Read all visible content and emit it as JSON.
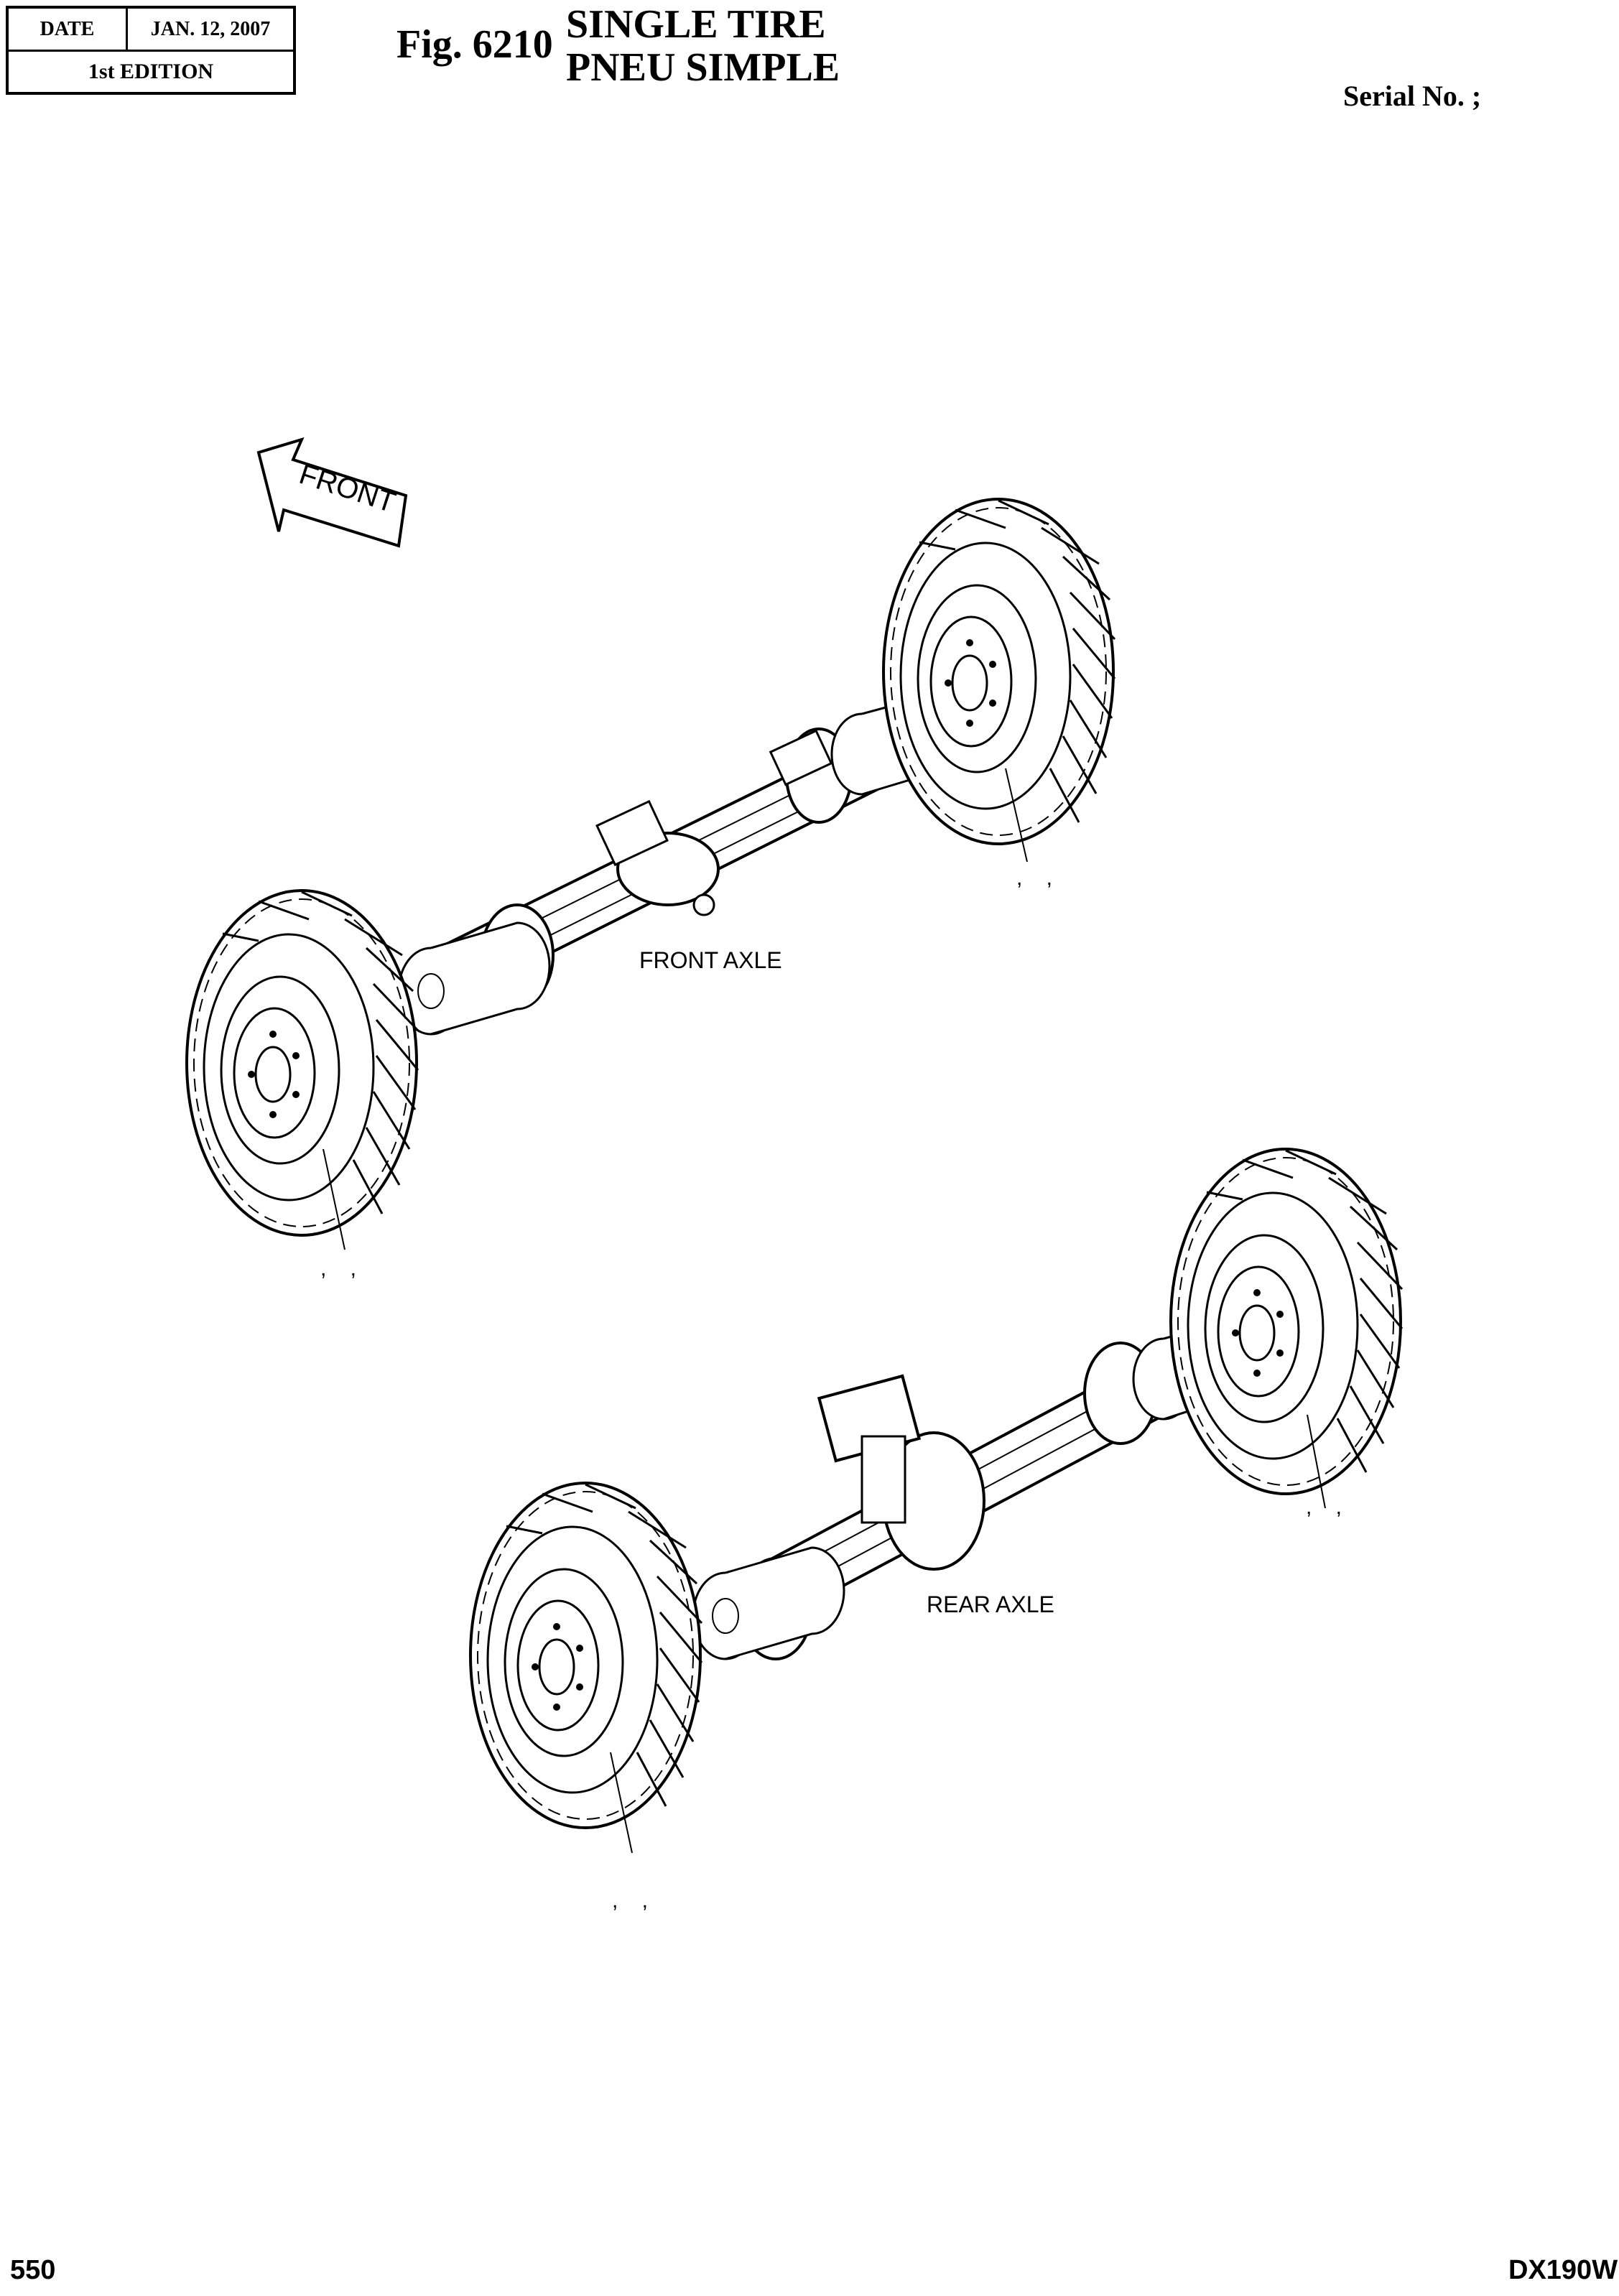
{
  "header": {
    "date_label": "DATE",
    "date_value": "JAN. 12, 2007",
    "edition": "1st EDITION",
    "fig_number": "Fig. 6210",
    "title_en": "SINGLE  TIRE",
    "title_fr": "PNEU  SIMPLE",
    "serial": "Serial No. ;"
  },
  "diagram": {
    "front_arrow": "FRONT",
    "front_axle_label": "FRONT AXLE",
    "rear_axle_label": "REAR AXLE",
    "callouts": [
      ",    ,",
      ",    ,",
      ",    ,",
      ",    ,"
    ]
  },
  "footer": {
    "page_number": "550",
    "model": "DX190W"
  }
}
